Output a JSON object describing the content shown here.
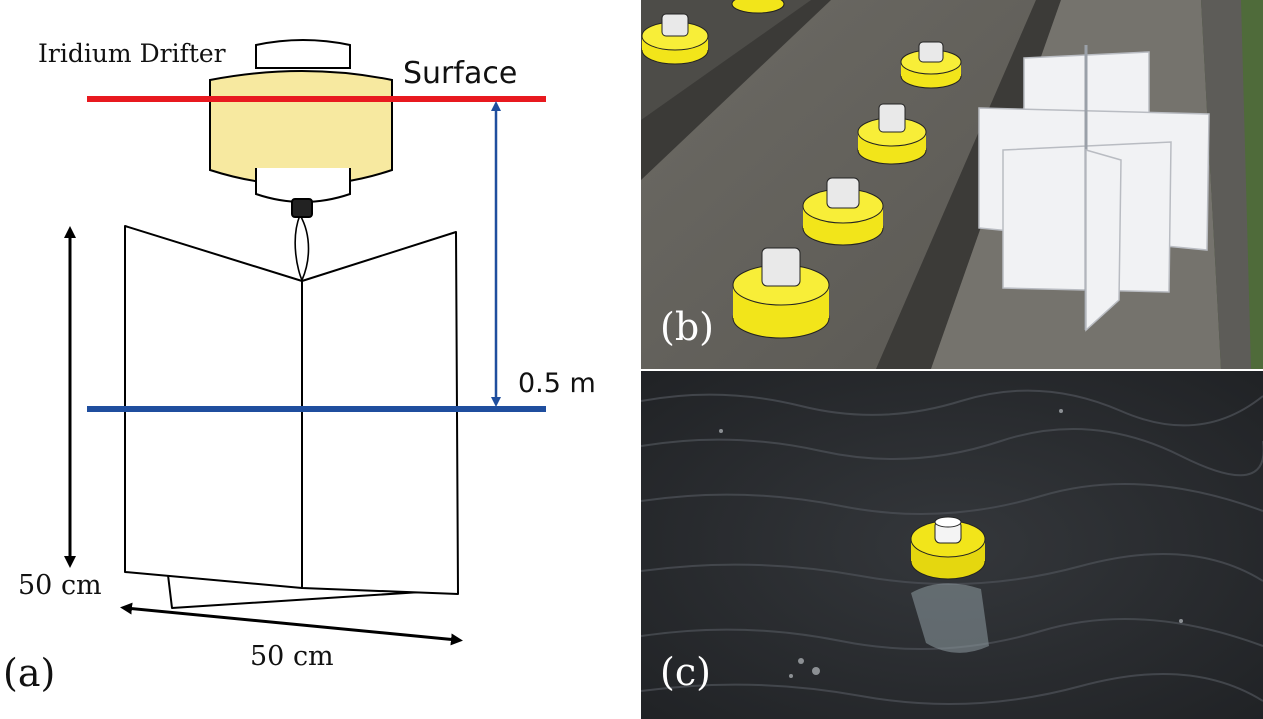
{
  "diagram": {
    "device_label": "Iridium Drifter",
    "surface_label": "Surface",
    "depth_label": "0.5 m",
    "height_label": "50 cm",
    "width_label": "50 cm",
    "panel_label": "(a)"
  },
  "photo_b": {
    "panel_label": "(b)"
  },
  "photo_c": {
    "panel_label": "(c)"
  },
  "colors": {
    "surface_line": "#e8191f",
    "depth_line": "#1f4e9e",
    "buoy_yellow": "#f7e9a0",
    "photo_buoy": "#f2e51a",
    "water": "#2d2f33"
  }
}
